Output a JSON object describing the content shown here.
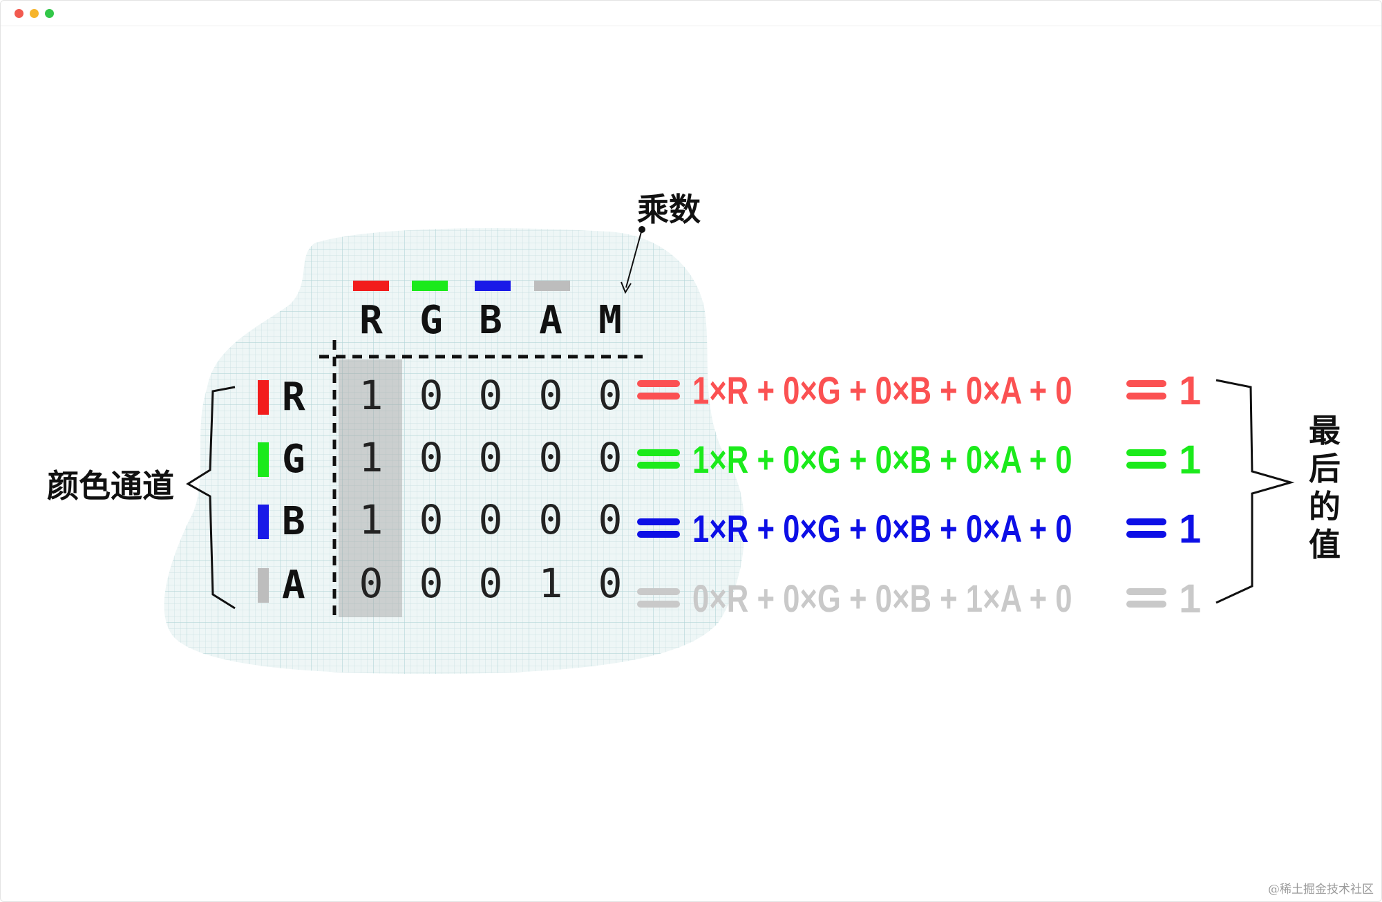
{
  "colors": {
    "red": "#fb5152",
    "green": "#1bea1b",
    "blue": "#0d0fe6",
    "gray": "#c9c9c9",
    "swatch_red": "#f21c1c",
    "swatch_blue": "#1a1ae8",
    "swatch_gray": "#bdbdbd"
  },
  "labels": {
    "multiplier": "乘数",
    "color_channels": "颜色通道",
    "final_value": [
      "最",
      "后",
      "的",
      "值"
    ]
  },
  "matrix": {
    "columns": [
      "R",
      "G",
      "B",
      "A",
      "M"
    ],
    "rows": [
      {
        "label": "R",
        "values": [
          "1",
          "0",
          "0",
          "0",
          "0"
        ],
        "formula": "1×R + 0×G + 0×B + 0×A + 0",
        "result": "1"
      },
      {
        "label": "G",
        "values": [
          "1",
          "0",
          "0",
          "0",
          "0"
        ],
        "formula": "1×R + 0×G + 0×B + 0×A + 0",
        "result": "1"
      },
      {
        "label": "B",
        "values": [
          "1",
          "0",
          "0",
          "0",
          "0"
        ],
        "formula": "1×R + 0×G + 0×B + 0×A + 0",
        "result": "1"
      },
      {
        "label": "A",
        "values": [
          "0",
          "0",
          "0",
          "1",
          "0"
        ],
        "formula": "0×R + 0×G + 0×B + 1×A + 0",
        "result": "1"
      }
    ]
  },
  "watermark": "@稀土掘金技术社区"
}
